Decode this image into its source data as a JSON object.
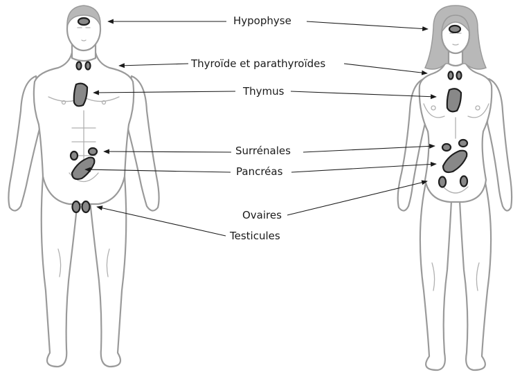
{
  "labels": {
    "hypophyse": "Hypophyse",
    "thyroide": "Thyroïde et parathyroïdes",
    "thymus": "Thymus",
    "surrenales": "Surrénales",
    "pancreas": "Pancréas",
    "ovaires": "Ovaires",
    "testicules": "Testicules"
  },
  "colors": {
    "organ_fill": "#888888",
    "organ_stroke": "#1e1e1e",
    "body_outline": "#9a9a9a",
    "hair": "#b8b8b8"
  }
}
